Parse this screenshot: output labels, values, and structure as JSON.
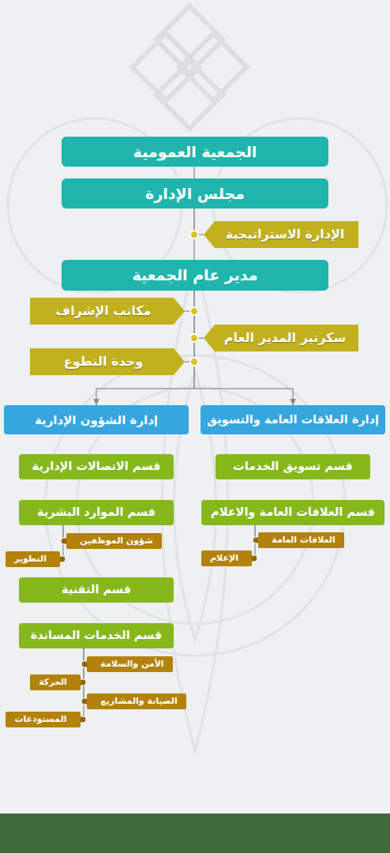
{
  "diagram": {
    "nodes": [
      {
        "text": [
          "الجمعية العمومية"
        ]
      },
      {
        "text": [
          "مجلس الإدارة"
        ]
      },
      {
        "text": [
          "الإدارة الاستراتيجية"
        ]
      },
      {
        "text": [
          "مدير عام الجمعية"
        ]
      },
      {
        "text": [
          "مكاتب الإشراف"
        ]
      },
      {
        "text": [
          "سكرتير المدير العام"
        ]
      },
      {
        "text": [
          "وحدة التطوع"
        ]
      },
      {
        "text": [
          "إدارة العلاقات العامة والتسويق"
        ]
      },
      {
        "text": [
          "قسم تسويق الخدمات"
        ]
      },
      {
        "text": [
          "قسم العلاقات العامة والاعلام"
        ]
      },
      {
        "text": [
          "العلاقات العامة"
        ]
      },
      {
        "text": [
          "الإعلام"
        ]
      },
      {
        "text": [
          "إدارة الشؤون الإدارية"
        ]
      },
      {
        "text": [
          "قسم الاتصالات الإدارية"
        ]
      },
      {
        "text": [
          "قسم الموارد البشرية"
        ]
      },
      {
        "text": [
          "شؤون الموظفين"
        ]
      },
      {
        "text": [
          "التطوير"
        ]
      },
      {
        "text": [
          "قسم التقنية"
        ]
      },
      {
        "text": [
          "قسم الخدمات المساندة"
        ]
      },
      {
        "text": [
          "الأمن والسلامة"
        ]
      },
      {
        "text": [
          "الحركة"
        ]
      },
      {
        "text": [
          "الصيانة والمشاريع"
        ]
      },
      {
        "text": [
          "المستودعات"
        ]
      }
    ],
    "edges": [
      {
        "from": 0,
        "to": 1,
        "arrow": "none"
      },
      {
        "from": 1,
        "to": 2,
        "arrow": "none"
      },
      {
        "from": 1,
        "to": 3,
        "arrow": "none"
      },
      {
        "from": 3,
        "to": 4,
        "arrow": "none"
      },
      {
        "from": 3,
        "to": 5,
        "arrow": "none"
      },
      {
        "from": 3,
        "to": 6,
        "arrow": "none"
      },
      {
        "from": 3,
        "to": 7,
        "arrow": "to"
      },
      {
        "from": 3,
        "to": 12,
        "arrow": "to"
      },
      {
        "from": 9,
        "to": 10,
        "arrow": "none"
      },
      {
        "from": 9,
        "to": 11,
        "arrow": "none"
      },
      {
        "from": 14,
        "to": 15,
        "arrow": "none"
      },
      {
        "from": 14,
        "to": 16,
        "arrow": "none"
      },
      {
        "from": 18,
        "to": 19,
        "arrow": "none"
      },
      {
        "from": 18,
        "to": 20,
        "arrow": "none"
      },
      {
        "from": 18,
        "to": 21,
        "arrow": "none"
      },
      {
        "from": 18,
        "to": 22,
        "arrow": "none"
      }
    ]
  }
}
